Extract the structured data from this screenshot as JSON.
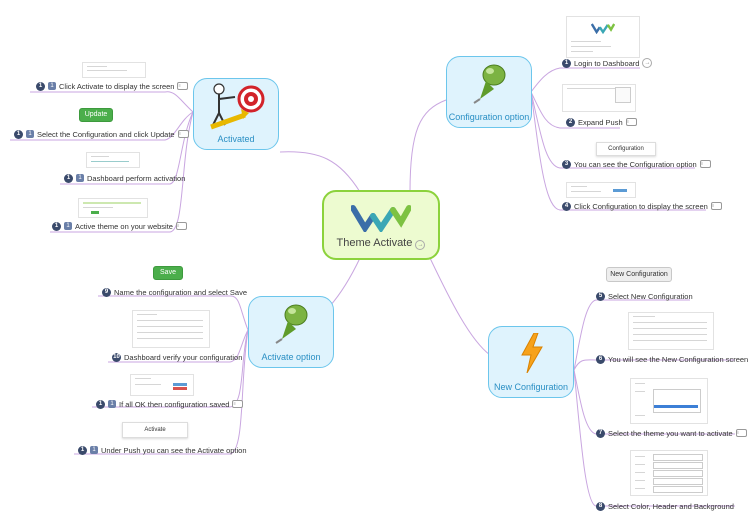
{
  "center": {
    "label": "Theme Activate",
    "logo_icon": "w-logo-icon"
  },
  "colors": {
    "accent": "#8cd23c",
    "topic_border": "#6cc6ec",
    "topic_fill": "#dff3fd",
    "link": "#c9a6e0",
    "button_green": "#4bae4b"
  },
  "topics": {
    "activated": {
      "label": "Activated",
      "icon": "target-presenter-icon"
    },
    "configuration_option": {
      "label": "Configuration option",
      "icon": "green-pin-icon"
    },
    "activate_option": {
      "label": "Activate option",
      "icon": "green-pin-icon"
    },
    "new_configuration": {
      "label": "New Configuration",
      "icon": "lightning-icon"
    }
  },
  "activated_items": [
    {
      "text": "Click Activate to display the screen"
    },
    {
      "text": "Select the Configuration and click Update",
      "button": "Update"
    },
    {
      "text": "Dashboard perform activation"
    },
    {
      "text": "Active theme on your website"
    }
  ],
  "configuration_items": [
    {
      "num": "1",
      "text": "Login to Dashboard"
    },
    {
      "num": "2",
      "text": "Expand Push"
    },
    {
      "num": "3",
      "text": "You can see the Configuration option",
      "button": "Configuration"
    },
    {
      "num": "4",
      "text": "Click Configuration to display the screen"
    }
  ],
  "activate_option_items": [
    {
      "num": "9",
      "text": "Name the configuration and select Save",
      "button": "Save"
    },
    {
      "num": "10",
      "text": "Dashboard verify your configuration"
    },
    {
      "text": "If all OK then configuration saved"
    },
    {
      "text": "Under Push you can see the Activate option",
      "button": "Activate"
    }
  ],
  "new_configuration_items": [
    {
      "num": "5",
      "text": "Select New Configuration",
      "button": "New Configuration"
    },
    {
      "num": "6",
      "text": "You will see the New Configuration screen"
    },
    {
      "num": "7",
      "text": "Select the theme you want to activate"
    },
    {
      "num": "8",
      "text": "Select Color, Header and Background"
    }
  ]
}
